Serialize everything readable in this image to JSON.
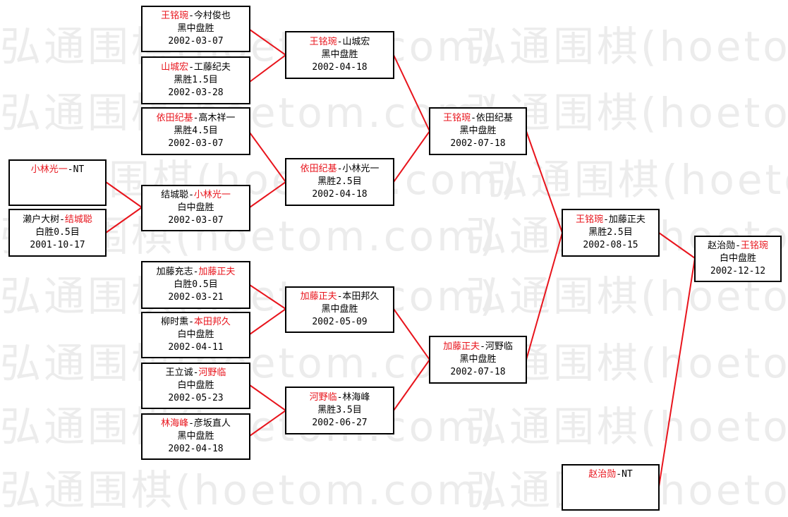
{
  "watermark": "弘通围棋(hoetom.com)",
  "colors": {
    "winner": "#e8141c",
    "line": "#e8141c",
    "border": "#000000"
  },
  "matches": [
    {
      "id": "m1",
      "p1": "王铭琬",
      "p2": "今村俊也",
      "winner": 1,
      "result": "黑中盘胜",
      "date": "2002-03-07"
    },
    {
      "id": "m2",
      "p1": "山城宏",
      "p2": "工藤纪夫",
      "winner": 1,
      "result": "黑胜1.5目",
      "date": "2002-03-28"
    },
    {
      "id": "m3",
      "p1": "依田纪基",
      "p2": "高木祥一",
      "winner": 1,
      "result": "黑胜4.5目",
      "date": "2002-03-07"
    },
    {
      "id": "m4",
      "p1": "结城聪",
      "p2": "小林光一",
      "winner": 2,
      "result": "白中盘胜",
      "date": "2002-03-07"
    },
    {
      "id": "m5",
      "p1": "加藤充志",
      "p2": "加藤正夫",
      "winner": 2,
      "result": "白胜0.5目",
      "date": "2002-03-21"
    },
    {
      "id": "m6",
      "p1": "柳时熏",
      "p2": "本田邦久",
      "winner": 2,
      "result": "白中盘胜",
      "date": "2002-04-11"
    },
    {
      "id": "m7",
      "p1": "王立诚",
      "p2": "河野临",
      "winner": 2,
      "result": "白中盘胜",
      "date": "2002-05-23"
    },
    {
      "id": "m8",
      "p1": "林海峰",
      "p2": "彦坂直人",
      "winner": 1,
      "result": "黑中盘胜",
      "date": "2002-04-18"
    },
    {
      "id": "p1",
      "p1": "小林光一",
      "p2": "NT",
      "winner": 1,
      "result": "",
      "date": ""
    },
    {
      "id": "p2",
      "p1": "濑户大树",
      "p2": "结城聪",
      "winner": 2,
      "result": "白胜0.5目",
      "date": "2001-10-17"
    },
    {
      "id": "r2a",
      "p1": "王铭琬",
      "p2": "山城宏",
      "winner": 1,
      "result": "黑中盘胜",
      "date": "2002-04-18"
    },
    {
      "id": "r2b",
      "p1": "依田纪基",
      "p2": "小林光一",
      "winner": 1,
      "result": "黑胜2.5目",
      "date": "2002-04-18"
    },
    {
      "id": "r2c",
      "p1": "加藤正夫",
      "p2": "本田邦久",
      "winner": 1,
      "result": "黑中盘胜",
      "date": "2002-05-09"
    },
    {
      "id": "r2d",
      "p1": "河野临",
      "p2": "林海峰",
      "winner": 1,
      "result": "黑胜3.5目",
      "date": "2002-06-27"
    },
    {
      "id": "r3a",
      "p1": "王铭琬",
      "p2": "依田纪基",
      "winner": 1,
      "result": "黑中盘胜",
      "date": "2002-07-18"
    },
    {
      "id": "r3b",
      "p1": "加藤正夫",
      "p2": "河野临",
      "winner": 1,
      "result": "黑中盘胜",
      "date": "2002-07-18"
    },
    {
      "id": "r4",
      "p1": "王铭琬",
      "p2": "加藤正夫",
      "winner": 1,
      "result": "黑胜2.5目",
      "date": "2002-08-15"
    },
    {
      "id": "bye",
      "p1": "赵治勋",
      "p2": "NT",
      "winner": 1,
      "result": "",
      "date": ""
    },
    {
      "id": "final",
      "p1": "赵治勋",
      "p2": "王铭琬",
      "winner": 2,
      "result": "白中盘胜",
      "date": "2002-12-12"
    }
  ]
}
